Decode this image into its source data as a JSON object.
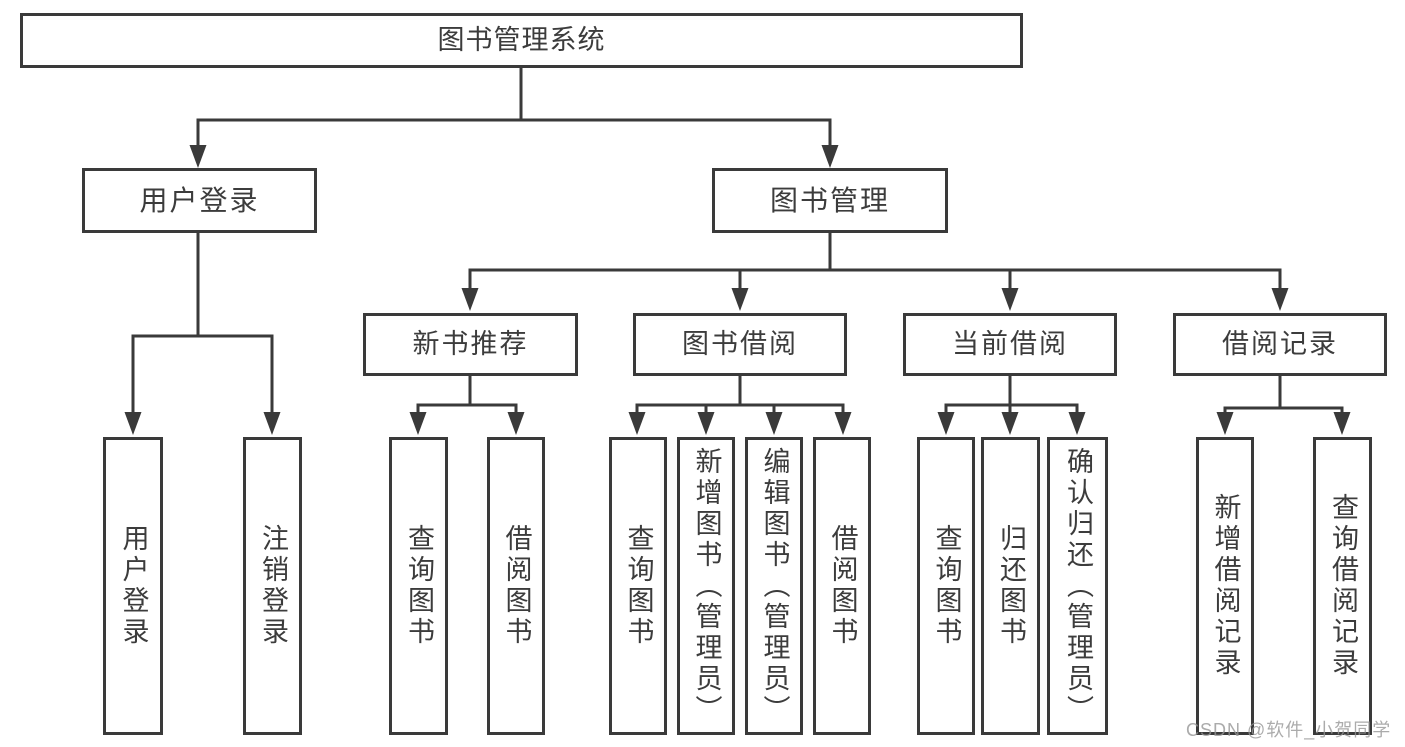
{
  "title": "图书管理系统",
  "tree": {
    "label": "图书管理系统",
    "children": [
      {
        "label": "用户登录",
        "children": [
          {
            "label": "用户登录"
          },
          {
            "label": "注销登录"
          }
        ]
      },
      {
        "label": "图书管理",
        "children": [
          {
            "label": "新书推荐",
            "children": [
              {
                "label": "查询图书"
              },
              {
                "label": "借阅图书"
              }
            ]
          },
          {
            "label": "图书借阅",
            "children": [
              {
                "label": "查询图书"
              },
              {
                "label": "新增图书（管理员）"
              },
              {
                "label": "编辑图书（管理员）"
              },
              {
                "label": "借阅图书"
              }
            ]
          },
          {
            "label": "当前借阅",
            "children": [
              {
                "label": "查询图书"
              },
              {
                "label": "归还图书"
              },
              {
                "label": "确认归还（管理员）"
              }
            ]
          },
          {
            "label": "借阅记录",
            "children": [
              {
                "label": "新增借阅记录"
              },
              {
                "label": "查询借阅记录"
              }
            ]
          }
        ]
      }
    ]
  },
  "watermark": "CSDN @软件_小贺同学",
  "colors": {
    "line": "#3a3a3a",
    "text": "#3c3c3c",
    "background": "#ffffff",
    "watermark": "#969696"
  }
}
